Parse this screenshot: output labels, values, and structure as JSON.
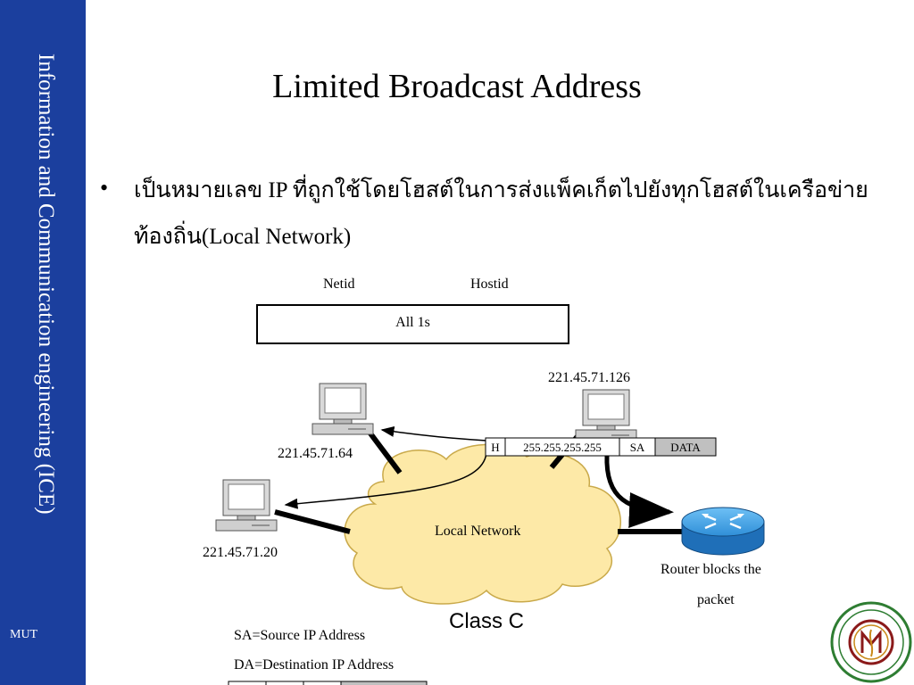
{
  "sidebar": {
    "vertical_text": "Information and Communication engineering (ICE)",
    "footer_label": "MUT",
    "color": "#1b3f9e"
  },
  "slide": {
    "title": "Limited Broadcast Address",
    "bullet_line1": "เป็นหมายเลข IP ที่ถูกใช้โดยโฮสต์ในการส่งแพ็คเก็ตไปยังทุกโฮสต์ในเครือข่าย",
    "bullet_line2": "ท้องถิ่น(Local Network)"
  },
  "address_format": {
    "netid_label": "Netid",
    "hostid_label": "Hostid",
    "box_text": "All 1s"
  },
  "network": {
    "cloud_label": "Local Network",
    "host_top_right": "221.45.71.126",
    "host_upper_left": "221.45.71.64",
    "host_lower_left": "221.45.71.20",
    "router_label_line1": "Router blocks the",
    "router_label_line2": "packet",
    "cloud_color": "#fde9a7",
    "router_color": "#2f8fd8"
  },
  "packet": {
    "header": "H",
    "destination": "255.255.255.255",
    "source": "SA",
    "data": "DATA"
  },
  "legend": {
    "sa": "SA=Source IP Address",
    "da": "DA=Destination IP Address"
  },
  "class_label": "Class C",
  "logo_icon": "university-seal-icon"
}
